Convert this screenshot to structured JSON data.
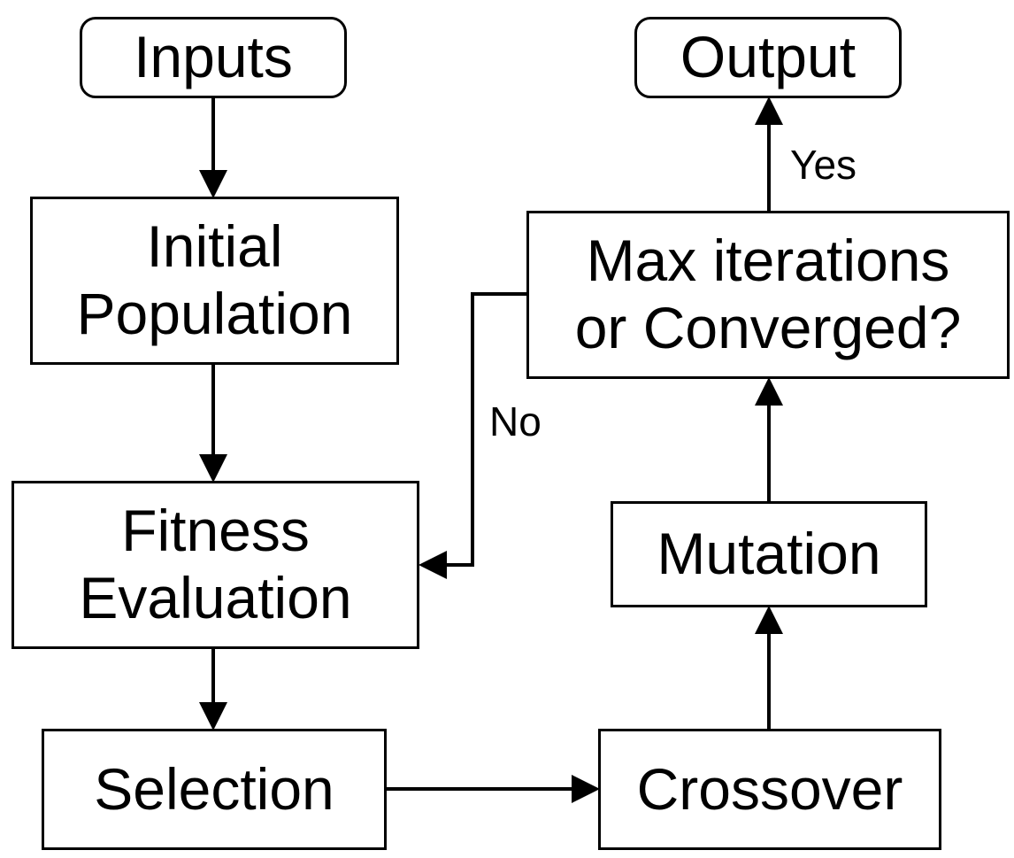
{
  "nodes": {
    "inputs": {
      "lines": [
        "Inputs"
      ]
    },
    "initial_population": {
      "lines": [
        "Initial",
        "Population"
      ]
    },
    "fitness_evaluation": {
      "lines": [
        "Fitness",
        "Evaluation"
      ]
    },
    "selection": {
      "lines": [
        "Selection"
      ]
    },
    "crossover": {
      "lines": [
        "Crossover"
      ]
    },
    "mutation": {
      "lines": [
        "Mutation"
      ]
    },
    "max_iterations": {
      "lines": [
        "Max iterations",
        "or Converged?"
      ]
    },
    "output": {
      "lines": [
        "Output"
      ]
    }
  },
  "edge_labels": {
    "yes": "Yes",
    "no": "No"
  },
  "colors": {
    "stroke": "#000000",
    "background": "#ffffff"
  }
}
